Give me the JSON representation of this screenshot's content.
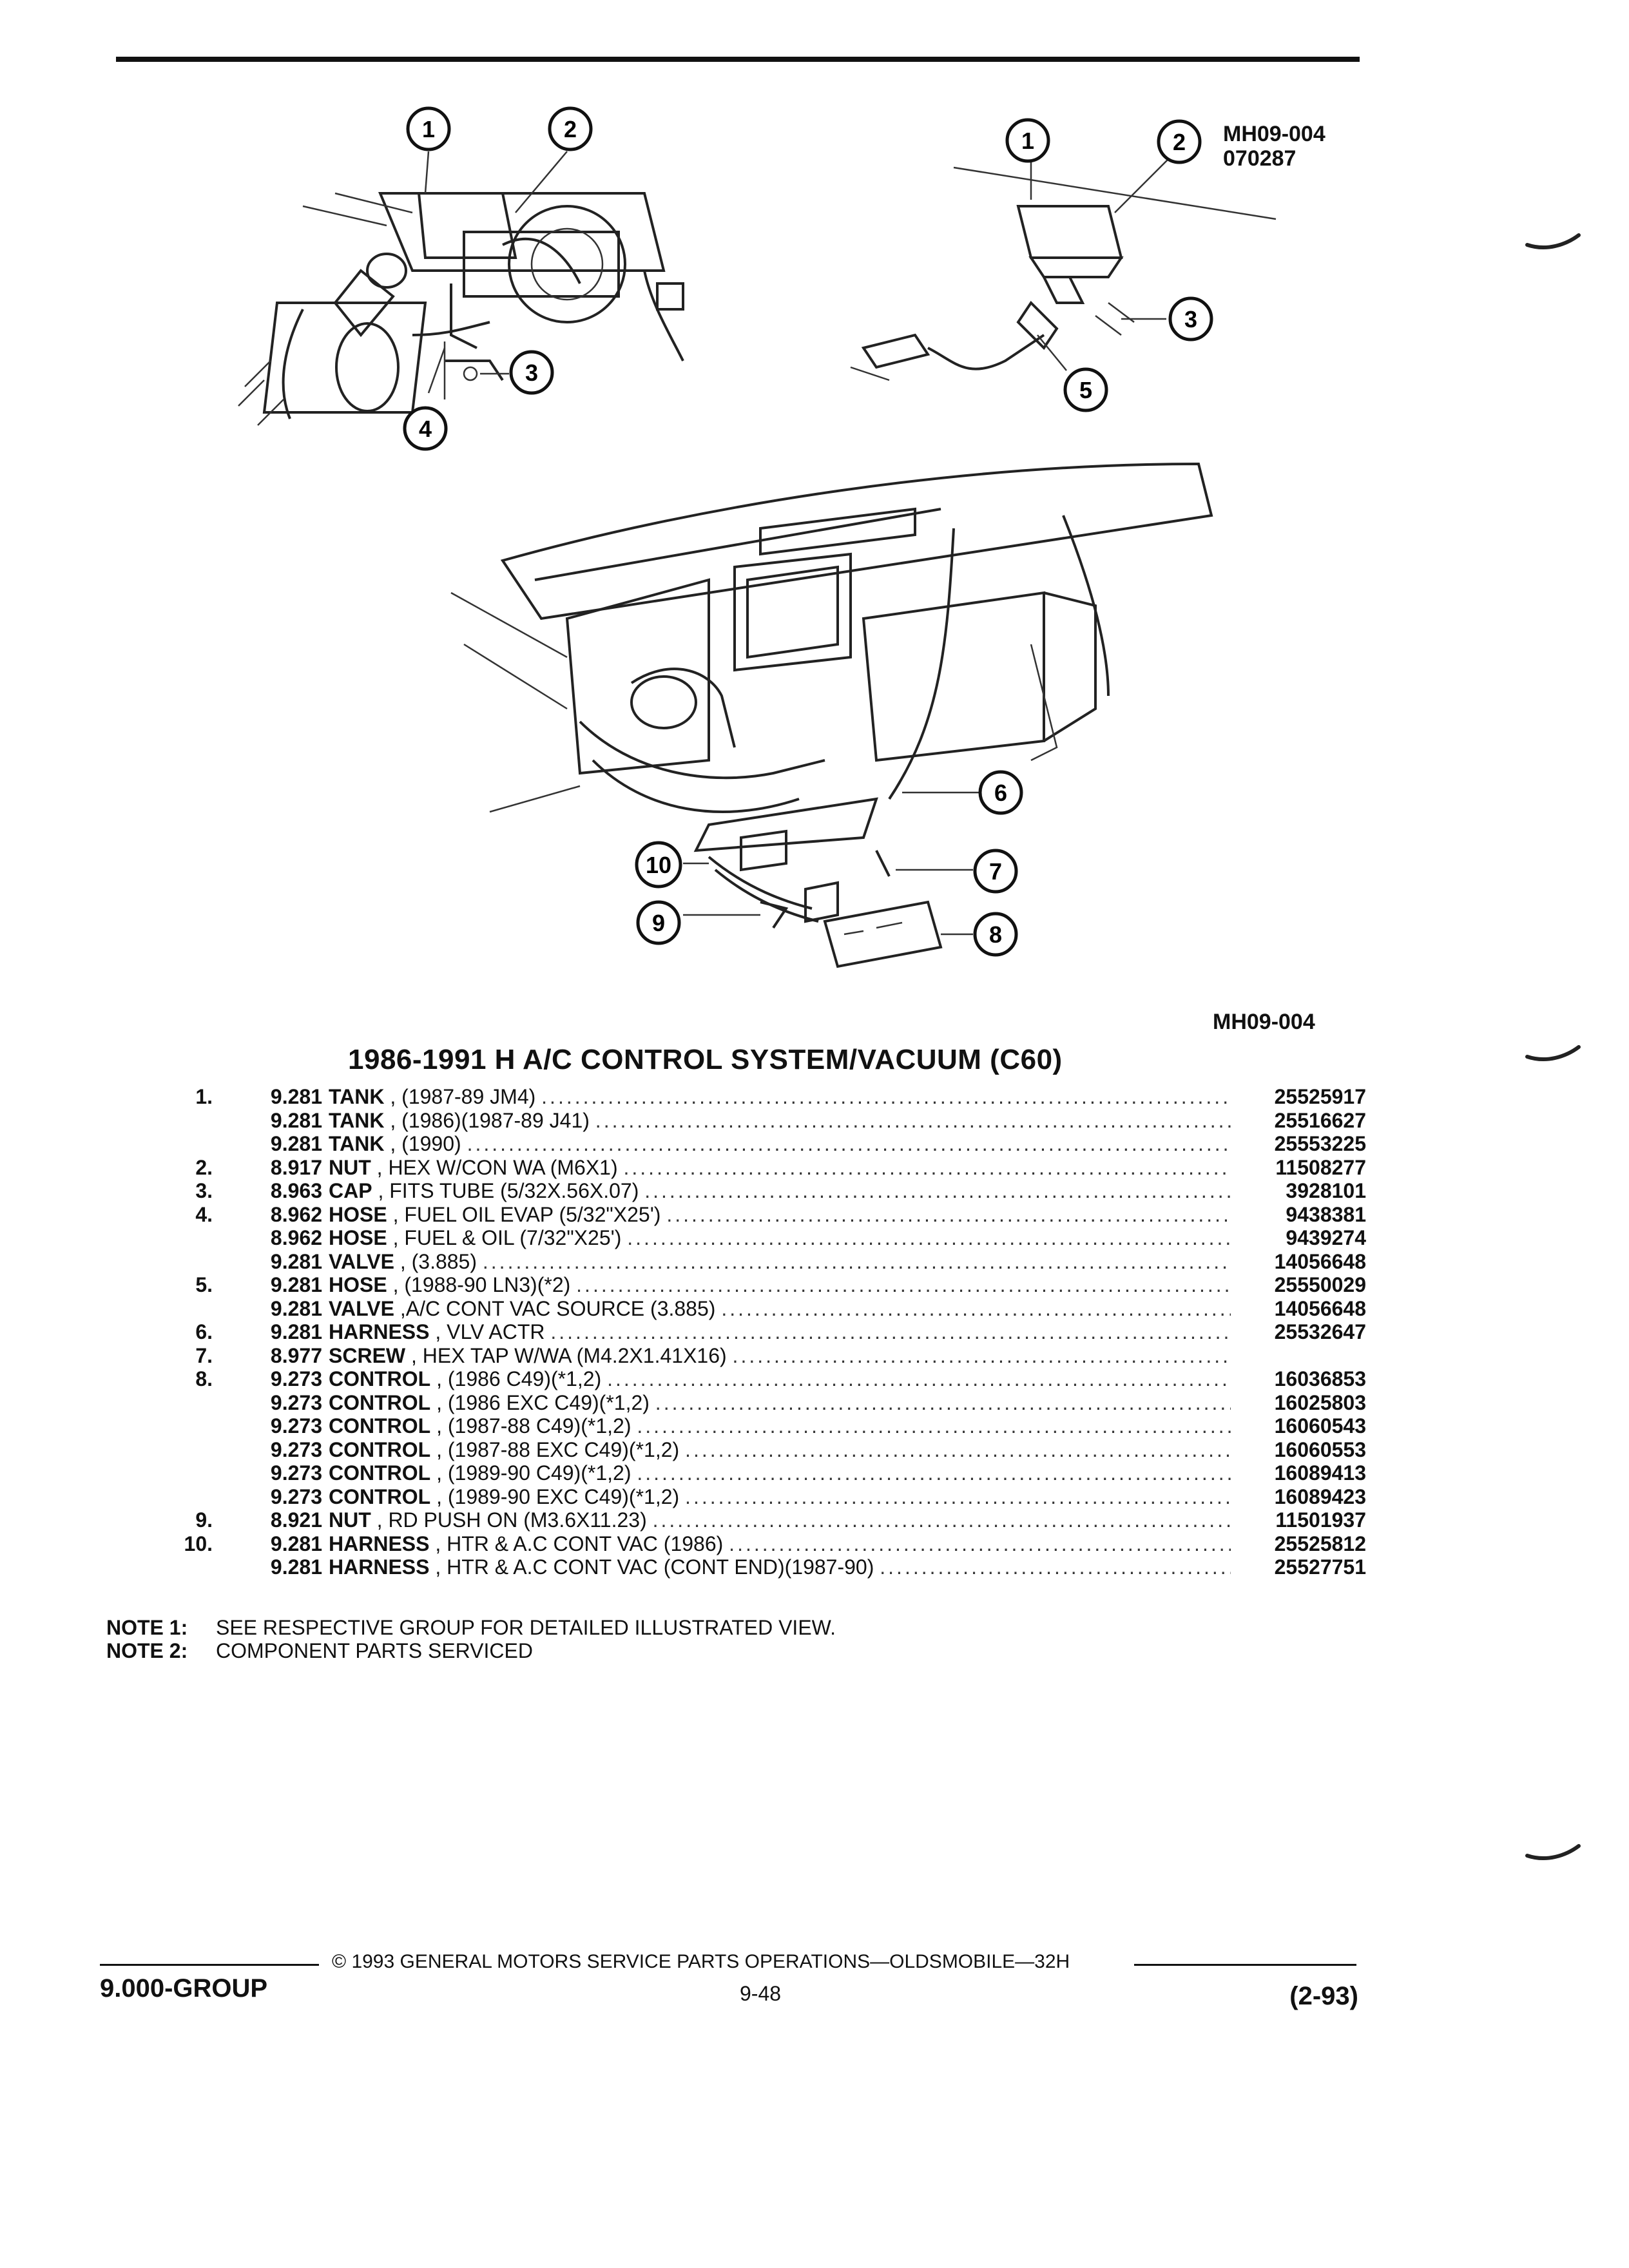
{
  "figure": {
    "code": "MH09-004",
    "sub_code": "070287",
    "caption_code": "MH09-004",
    "callouts": [
      "1",
      "2",
      "3",
      "4",
      "5",
      "6",
      "7",
      "8",
      "9",
      "10"
    ]
  },
  "section_title": "1986-1991 H A/C CONTROL SYSTEM/VACUUM (C60)",
  "parts": [
    {
      "num": "1.",
      "group": "9.281",
      "name": "TANK",
      "detail": " , (1987-89 JM4)",
      "part": "25525917"
    },
    {
      "num": "",
      "group": "9.281",
      "name": "TANK",
      "detail": " , (1986)(1987-89 J41)",
      "part": "25516627"
    },
    {
      "num": "",
      "group": "9.281",
      "name": "TANK",
      "detail": " , (1990)",
      "part": "25553225"
    },
    {
      "num": "2.",
      "group": "8.917",
      "name": "NUT",
      "detail": " , HEX W/CON WA (M6X1)",
      "part": "11508277"
    },
    {
      "num": "3.",
      "group": "8.963",
      "name": "CAP",
      "detail": " , FITS TUBE (5/32X.56X.07)",
      "part": "3928101"
    },
    {
      "num": "4.",
      "group": "8.962",
      "name": "HOSE",
      "detail": " , FUEL OIL EVAP (5/32\"X25')",
      "part": "9438381"
    },
    {
      "num": "",
      "group": "8.962",
      "name": "HOSE",
      "detail": " , FUEL & OIL (7/32\"X25')",
      "part": "9439274"
    },
    {
      "num": "",
      "group": "9.281",
      "name": "VALVE",
      "detail": " , (3.885)",
      "part": "14056648"
    },
    {
      "num": "5.",
      "group": "9.281",
      "name": "HOSE",
      "detail": " , (1988-90 LN3)(*2)",
      "part": "25550029"
    },
    {
      "num": "",
      "group": "9.281",
      "name": "VALVE",
      "detail": " ,A/C CONT VAC SOURCE (3.885)",
      "part": "14056648"
    },
    {
      "num": "6.",
      "group": "9.281",
      "name": "HARNESS",
      "detail": " , VLV ACTR",
      "part": "25532647"
    },
    {
      "num": "7.",
      "group": "8.977",
      "name": "SCREW",
      "detail": " , HEX TAP W/WA (M4.2X1.41X16)",
      "part": ""
    },
    {
      "num": "8.",
      "group": "9.273",
      "name": "CONTROL",
      "detail": " , (1986 C49)(*1,2)",
      "part": "16036853"
    },
    {
      "num": "",
      "group": "9.273",
      "name": "CONTROL",
      "detail": " , (1986 EXC C49)(*1,2)",
      "part": "16025803"
    },
    {
      "num": "",
      "group": "9.273",
      "name": "CONTROL",
      "detail": " , (1987-88 C49)(*1,2)",
      "part": "16060543"
    },
    {
      "num": "",
      "group": "9.273",
      "name": "CONTROL",
      "detail": " , (1987-88 EXC C49)(*1,2)",
      "part": "16060553"
    },
    {
      "num": "",
      "group": "9.273",
      "name": "CONTROL",
      "detail": " , (1989-90 C49)(*1,2)",
      "part": "16089413"
    },
    {
      "num": "",
      "group": "9.273",
      "name": "CONTROL",
      "detail": " , (1989-90 EXC C49)(*1,2)",
      "part": "16089423"
    },
    {
      "num": "9.",
      "group": "8.921",
      "name": "NUT",
      "detail": " , RD PUSH ON (M3.6X11.23)",
      "part": "11501937"
    },
    {
      "num": "10.",
      "group": "9.281",
      "name": "HARNESS",
      "detail": " , HTR & A.C CONT VAC (1986)",
      "part": "25525812"
    },
    {
      "num": "",
      "group": "9.281",
      "name": "HARNESS",
      "detail": " , HTR & A.C CONT VAC (CONT END)(1987-90)",
      "part": "25527751"
    }
  ],
  "notes": [
    {
      "label": "NOTE  1:",
      "text": "SEE RESPECTIVE GROUP FOR DETAILED ILLUSTRATED VIEW."
    },
    {
      "label": "NOTE  2:",
      "text": "COMPONENT PARTS SERVICED"
    }
  ],
  "footer": {
    "copyright": "© 1993 GENERAL MOTORS SERVICE PARTS OPERATIONS—OLDSMOBILE—32H",
    "group": "9.000-GROUP",
    "page": "9-48",
    "date": "(2-93)"
  }
}
